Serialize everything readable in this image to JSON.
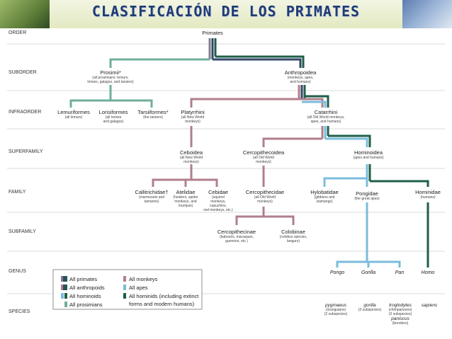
{
  "title": "CLASIFICACIÓN DE LOS PRIMATES",
  "ranks": {
    "order": "ORDER",
    "suborder": "SUBORDER",
    "infraorder": "INFRAORDER",
    "superfamily": "SUPERFAMILY",
    "family": "FAMILY",
    "subfamily": "SUBFAMILY",
    "genus": "GENUS",
    "species": "SPECIES"
  },
  "nodes": {
    "primates": {
      "name": "Primates"
    },
    "prosimii": {
      "name": "Prosimii*",
      "note1": "(all prosimians: lemurs,",
      "note2": "lorises, galagos, and tarsiers)"
    },
    "anthropoidea": {
      "name": "Anthropoidea",
      "note1": "(monkeys, apes,",
      "note2": "and humans)"
    },
    "lemuriformes": {
      "name": "Lemuriformes",
      "note1": "(all lemurs)"
    },
    "lorisiformes": {
      "name": "Lorisiformes",
      "note1": "(all lorises",
      "note2": "and galagos)"
    },
    "tarsiiformes": {
      "name": "Tarsiiformes*",
      "note1": "(the tarsiers)"
    },
    "platyrrhini": {
      "name": "Platyrrhini",
      "note1": "(all New World",
      "note2": "monkeys)"
    },
    "catarrhini": {
      "name": "Catarrhini",
      "note1": "(all Old World monkeys,",
      "note2": "apes, and humans)"
    },
    "ceboidea": {
      "name": "Ceboidea",
      "note1": "(all New World",
      "note2": "monkeys)"
    },
    "cercopithecoidea": {
      "name": "Cercopithecoidea",
      "note1": "(all Old World",
      "note2": "monkeys)"
    },
    "hominoidea": {
      "name": "Hominoidea",
      "note1": "(apes and humans)"
    },
    "callitrichidae": {
      "name": "Callitrichidae†",
      "note1": "(marmosets and",
      "note2": "tamarins)"
    },
    "atelidae": {
      "name": "Atelidae",
      "note1": "(howlers, spider",
      "note2": "monkeys, and",
      "note3": "muriquis)"
    },
    "cebidae": {
      "name": "Cebidae",
      "note1": "(squirrel",
      "note2": "monkeys,",
      "note3": "capuchins,",
      "note4": "owl monkeys, etc.)"
    },
    "cercopithecidae": {
      "name": "Cercopithecidae",
      "note1": "(all Old World",
      "note2": "monkeys)"
    },
    "hylobatidae": {
      "name": "Hylobatidae",
      "note1": "(gibbons and",
      "note2": "siamangs)"
    },
    "pongidae": {
      "name": "Pongidae",
      "note1": "(the great apes)"
    },
    "hominidae": {
      "name": "Hominidae",
      "note1": "(humans)"
    },
    "cercopithecinae": {
      "name": "Cercopithecinae",
      "note1": "(baboons, macaques,",
      "note2": "guenons, etc.)"
    },
    "colobinae": {
      "name": "Colobinae",
      "note1": "(colobus species,",
      "note2": "langurs)"
    }
  },
  "genera": {
    "pongo": "Pongo",
    "gorilla": "Gorilla",
    "pan": "Pan",
    "homo": "Homo"
  },
  "species": {
    "pygmaeus": "pygmaeus",
    "pygmaeus_note": "(orangutans)",
    "pygmaeus_sub": "(2 subspecies)",
    "gorilla": "gorilla",
    "gorilla_note": "(3 subspecies)",
    "troglodytes": "troglodytes",
    "troglodytes_note1": "(chimpanzees)",
    "troglodytes_note2": "(3 subspecies)",
    "paniscus": "paniscus",
    "paniscus_note": "(bonobos)",
    "sapiens": "sapiens"
  },
  "legend": {
    "all_primates": "All primates",
    "all_anthropoids": "All anthropoids",
    "all_hominoids": "All hominoids",
    "all_prosimians": "All prosimians",
    "all_monkeys": "All monkeys",
    "all_apes": "All apes",
    "all_hominids_1": "All hominids (including extinct",
    "all_hominids_2": "forms and modern humans)"
  },
  "colors": {
    "prosimians": "#6fae9c",
    "monkeys": "#b07f8b",
    "apes": "#7bbcdc",
    "hominids": "#1f5e48",
    "primates": "#7e8086",
    "anthropoids": "#33476a",
    "title": "#1f3b75"
  }
}
